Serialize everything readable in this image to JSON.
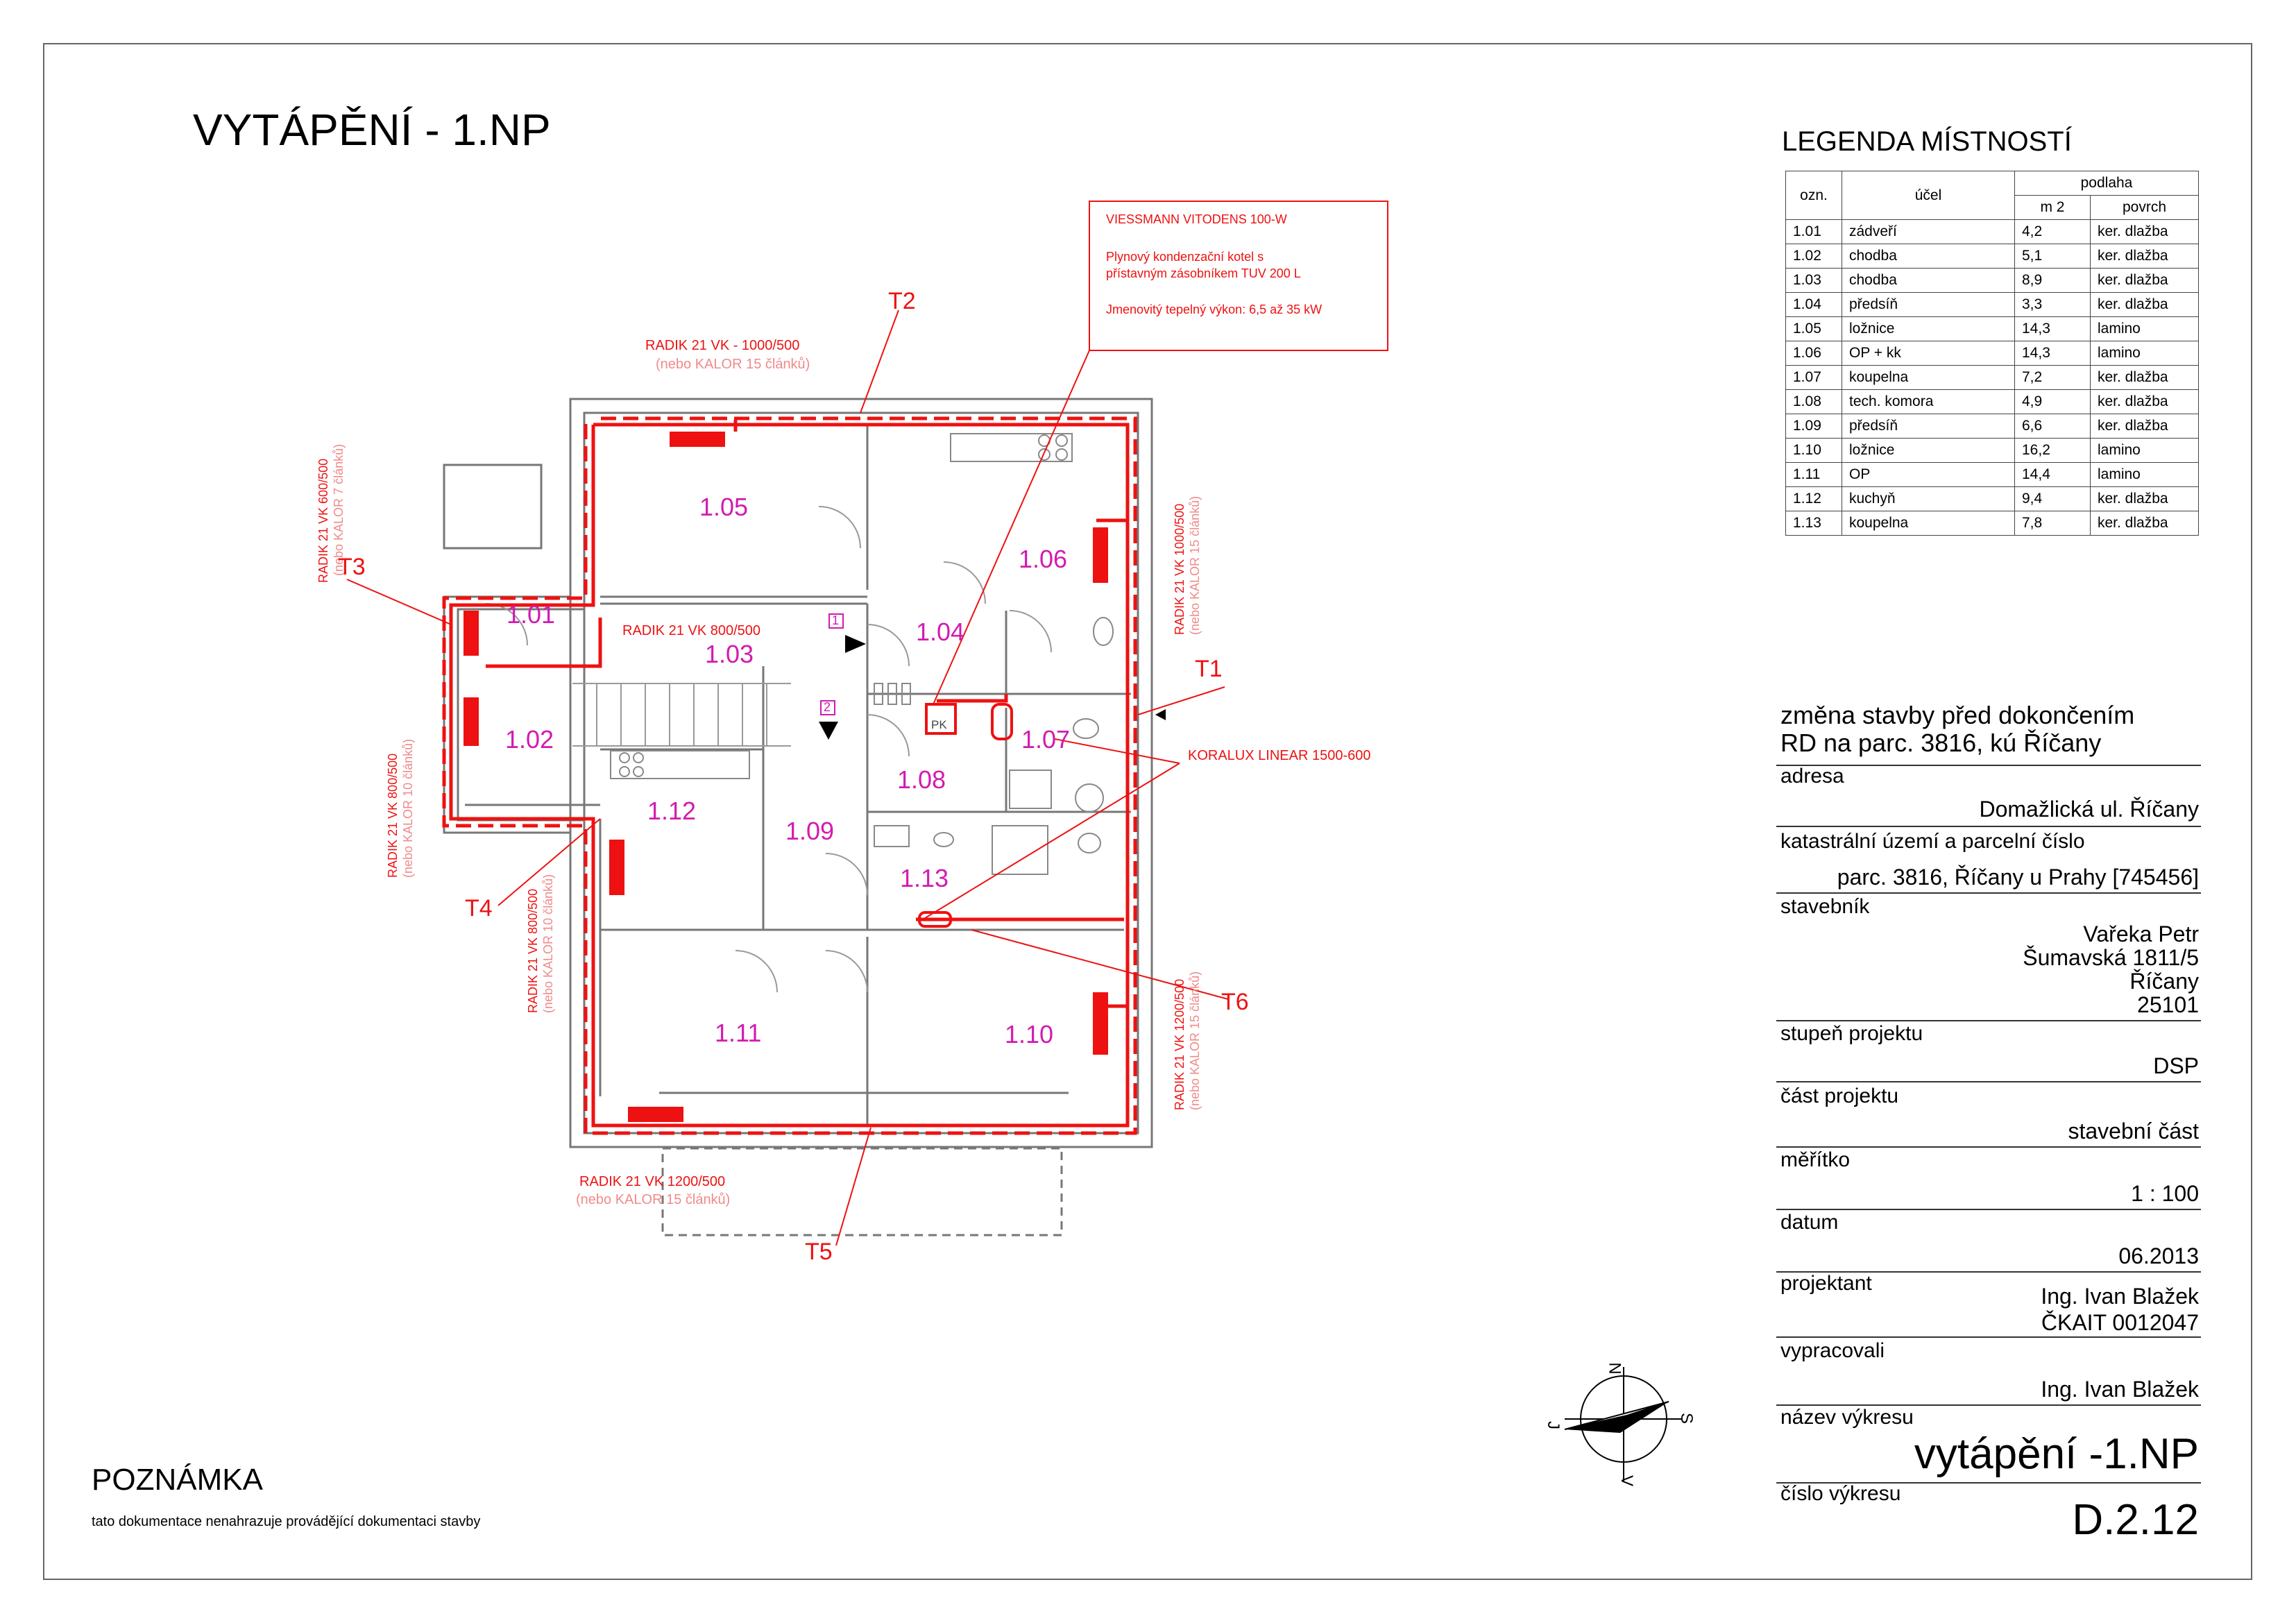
{
  "title": "VYTÁPĚNÍ - 1.NP",
  "note": {
    "heading": "POZNÁMKA",
    "text": "tato dokumentace nenahrazuje provádějící dokumentaci stavby"
  },
  "legend": {
    "title": "LEGENDA MÍSTNOSTÍ",
    "headers": {
      "ozn": "ozn.",
      "ucel": "účel",
      "podlaha": "podlaha",
      "m2": "m 2",
      "povrch": "povrch"
    },
    "rows": [
      {
        "ozn": "1.01",
        "ucel": "zádveří",
        "m2": "4,2",
        "povrch": "ker. dlažba"
      },
      {
        "ozn": "1.02",
        "ucel": "chodba",
        "m2": "5,1",
        "povrch": "ker. dlažba"
      },
      {
        "ozn": "1.03",
        "ucel": "chodba",
        "m2": "8,9",
        "povrch": "ker. dlažba"
      },
      {
        "ozn": "1.04",
        "ucel": "předsíň",
        "m2": "3,3",
        "povrch": "ker. dlažba"
      },
      {
        "ozn": "1.05",
        "ucel": "ložnice",
        "m2": "14,3",
        "povrch": "lamino"
      },
      {
        "ozn": "1.06",
        "ucel": "OP + kk",
        "m2": "14,3",
        "povrch": "lamino"
      },
      {
        "ozn": "1.07",
        "ucel": "koupelna",
        "m2": "7,2",
        "povrch": "ker. dlažba"
      },
      {
        "ozn": "1.08",
        "ucel": "tech. komora",
        "m2": "4,9",
        "povrch": "ker. dlažba"
      },
      {
        "ozn": "1.09",
        "ucel": "předsíň",
        "m2": "6,6",
        "povrch": "ker. dlažba"
      },
      {
        "ozn": "1.10",
        "ucel": "ložnice",
        "m2": "16,2",
        "povrch": "lamino"
      },
      {
        "ozn": "1.11",
        "ucel": "OP",
        "m2": "14,4",
        "povrch": "lamino"
      },
      {
        "ozn": "1.12",
        "ucel": "kuchyň",
        "m2": "9,4",
        "povrch": "ker. dlažba"
      },
      {
        "ozn": "1.13",
        "ucel": "koupelna",
        "m2": "7,8",
        "povrch": "ker. dlažba"
      }
    ]
  },
  "title_block": {
    "heading_line1": "změna stavby před dokončením",
    "heading_line2": "RD  na parc. 3816, kú Říčany",
    "adresa_label": "adresa",
    "adresa": "Domažlická ul. Říčany",
    "katastr_label": "katastrální území a parcelní číslo",
    "katastr": "parc. 3816, Říčany u Prahy [745456]",
    "stavebnik_label": "stavebník",
    "stavebnik_1": "Vařeka Petr",
    "stavebnik_2": "Šumavská 1811/5",
    "stavebnik_3": "Říčany",
    "stavebnik_4": "25101",
    "stupen_label": "stupeň projektu",
    "stupen": "DSP",
    "cast_label": "část projektu",
    "cast": "stavební část",
    "meritko_label": "měřítko",
    "meritko": "1 : 100",
    "datum_label": "datum",
    "datum": "06.2013",
    "projektant_label": "projektant",
    "projektant_1": "Ing. Ivan Blažek",
    "projektant_2": "ČKAIT 0012047",
    "vypracovali_label": "vypracovali",
    "vypracovali": "Ing. Ivan Blažek",
    "nazev_label": "název výkresu",
    "nazev": "vytápění -1.NP",
    "cislo_label": "číslo výkresu",
    "cislo": "D.2.12"
  },
  "boiler": {
    "line1": "VIESSMANN VITODENS 100-W",
    "line2": "Plynový kondenzační kotel s",
    "line3": "přístavným zásobníkem TUV 200 L",
    "line4": "Jmenovitý tepelný výkon: 6,5 až 35 kW"
  },
  "radiators": {
    "top": "RADIK 21 VK - 1000/500",
    "top_alt": "(nebo KALOR  15  článků)",
    "mid": "RADIK 21 VK 800/500",
    "bottom": "RADIK 21 VK 1200/500",
    "bottom_alt": "(nebo KALOR  15  článků)",
    "left1": "RADIK 21 VK 600/500",
    "left1_alt": "(nebo KALOR  7  článků)",
    "left2": "RADIK 21 VK 800/500",
    "left2_alt": "(nebo KALOR  10  článků)",
    "left3": "RADIK 21 VK 800/500",
    "left3_alt": "(nebo KALOR  10  článků)",
    "right1": "RADIK 21 VK 1000/500",
    "right1_alt": "(nebo KALOR  15  článků)",
    "right2": "RADIK 21 VK 1200/500",
    "right2_alt": "(nebo KALOR  15  článků)",
    "koralux": "KORALUX LINEAR 1500-600"
  },
  "tags": {
    "t1": "T1",
    "t2": "T2",
    "t3": "T3",
    "t4": "T4",
    "t5": "T5",
    "t6": "T6"
  },
  "rooms": {
    "r101": "1.01",
    "r102": "1.02",
    "r103": "1.03",
    "r104": "1.04",
    "r105": "1.05",
    "r106": "1.06",
    "r107": "1.07",
    "r108": "1.08",
    "r109": "1.09",
    "r110": "1.10",
    "r111": "1.11",
    "r112": "1.12",
    "r113": "1.13"
  },
  "markers": {
    "stair1": "1",
    "stair2": "2",
    "pk": "PK"
  },
  "compass": {
    "n": "N",
    "s": "S",
    "j": "J",
    "v": "V"
  },
  "colors": {
    "heating": "#ee1111",
    "room_label": "#d21bb0",
    "alt_text": "#f08a8a",
    "wall": "#555555"
  }
}
